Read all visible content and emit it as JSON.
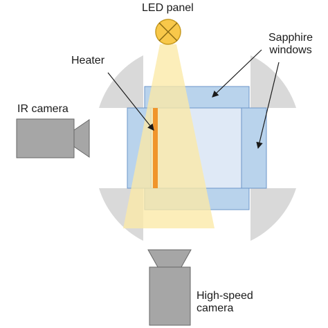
{
  "labels": {
    "led_panel": "LED panel",
    "sapphire_line1": "Sapphire",
    "sapphire_line2": "windows",
    "heater": "Heater",
    "ir_camera": "IR camera",
    "hs_line1": "High-speed",
    "hs_line2": "camera"
  },
  "colors": {
    "window_fill": "#b9d3ec",
    "window_stroke": "#6b95c8",
    "cell_fill": "#dfe9f6",
    "heater": "#f0952b",
    "beam": "#fbe9a6",
    "led": "#f8c84a",
    "camera": "#a6a6a6",
    "quadrant": "#d9d9d9"
  }
}
